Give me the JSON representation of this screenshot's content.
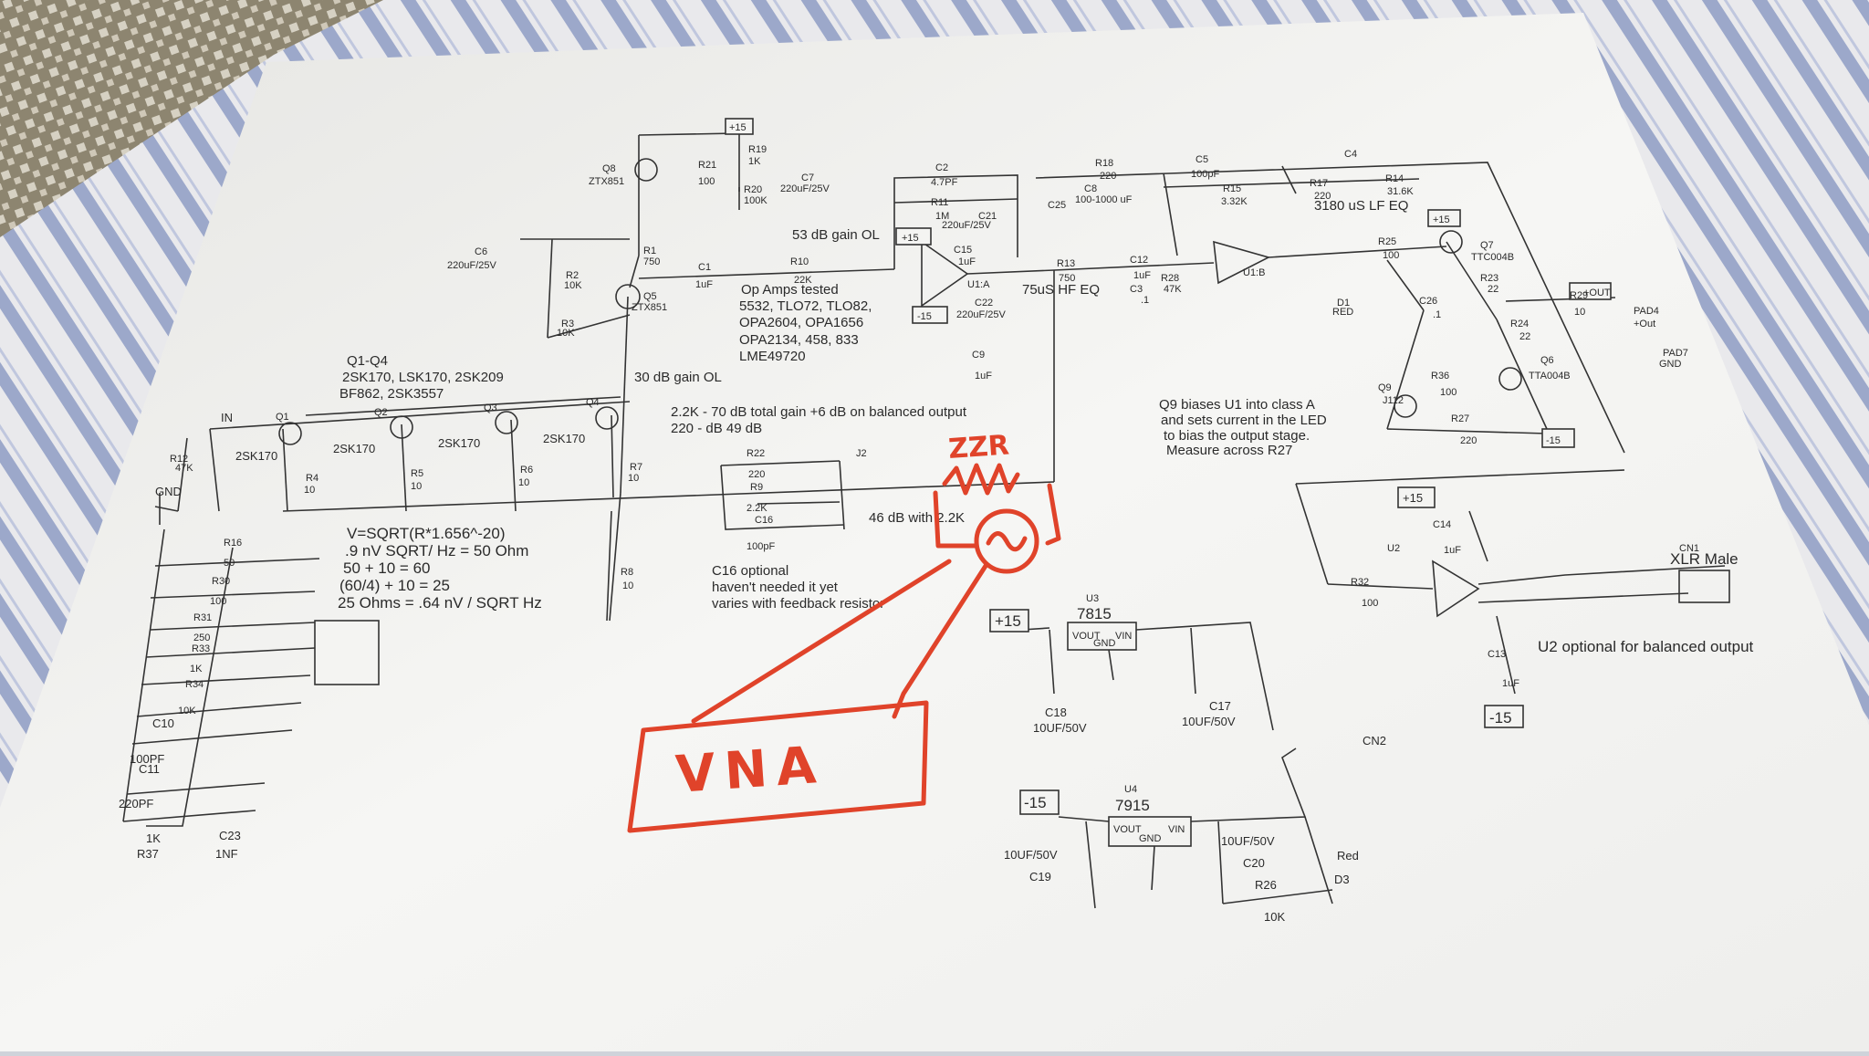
{
  "texts": {
    "p15_top": "+15",
    "q8": "Q8",
    "ztx851_a": "ZTX851",
    "r21": "R21",
    "r21v": "100",
    "r19": "R19",
    "r19v": "1K",
    "r20": "R20",
    "r20v": "100K",
    "c7": "C7",
    "c7v": "220uF/25V",
    "c6": "C6",
    "c6v": "220uF/25V",
    "r1": "R1",
    "r1v": "750",
    "r2": "R2",
    "r2v": "10K",
    "r3": "R3",
    "r3v": "10K",
    "q5": "Q5",
    "ztx851_b": "ZTX851",
    "c1": "C1",
    "c1v": "1uF",
    "r10": "R10",
    "r10v": "22K",
    "gain53": "53 dB gain OL",
    "c2": "C2",
    "c2v": "4.7PF",
    "r11": "R11",
    "r11v": "1M",
    "c21": "C21",
    "c21v": "220uF/25V",
    "p15_u1": "+15",
    "c15": "C15",
    "c15v": "1uF",
    "u1a": "U1:A",
    "m15_u1": "-15",
    "c22": "C22",
    "c22v": "220uF/25V",
    "c9": "C9",
    "c9v": "1uF",
    "opamps_title": "Op Amps tested",
    "opamps_1": "5532, TLO72, TLO82,",
    "opamps_2": "OPA2604, OPA1656",
    "opamps_3": "OPA2134, 458, 833",
    "opamps_4": "LME49720",
    "r18": "R18",
    "r18v": "220",
    "c8": "C8",
    "c8v": "100-1000 uF",
    "c25": "C25",
    "c5": "C5",
    "c5v": "100pF",
    "r15": "R15",
    "r15v": "3.32K",
    "r17": "R17",
    "r17v": "220",
    "c4": "C4",
    "r14": "R14",
    "r14v": "31.6K",
    "lf_eq": "3180 uS LF EQ",
    "r13": "R13",
    "r13v": "750",
    "hf_eq": "75uS HF EQ",
    "c12": "C12",
    "c12v": "1uF",
    "c3": "C3",
    "c3v": ".1",
    "r28": "R28",
    "r28v": "47K",
    "u1b": "U1:B",
    "p15_q7": "+15",
    "r25": "R25",
    "r25v": "100",
    "q7": "Q7",
    "q7v": "TTC004B",
    "r23": "R23",
    "r23v": "22",
    "d1": "D1",
    "d1v": "RED",
    "c26": "C26",
    "c26v": ".1",
    "r29": "R29",
    "r29v": "10",
    "out_box": "+OUT",
    "pad4": "PAD4",
    "pad4v": "+Out",
    "r24": "R24",
    "r24v": "22",
    "pad7": "PAD7",
    "pad7v": "GND",
    "q6": "Q6",
    "q6v": "TTA004B",
    "r36": "R36",
    "r36v": "100",
    "q9": "Q9",
    "q9v": "J112",
    "r27": "R27",
    "r27v": "220",
    "m15_q6": "-15",
    "q9note_1": "Q9 biases U1 into class A",
    "q9note_2": "and sets current in the LED",
    "q9note_3": "to bias the output stage.",
    "q9note_4": "Measure across R27",
    "q1q4_title": "Q1-Q4",
    "q1q4_1": "2SK170, LSK170, 2SK209",
    "q1q4_2": "BF862, 2SK3557",
    "gain30": "30 dB gain OL",
    "in": "IN",
    "q1": "Q1",
    "q2": "Q2",
    "q3": "Q3",
    "q4": "Q4",
    "sk1": "2SK170",
    "sk2": "2SK170",
    "sk3": "2SK170",
    "sk4": "2SK170",
    "r12": "R12",
    "r12v": "47K",
    "gnd": "GND",
    "r4": "R4",
    "r4v": "10",
    "r5": "R5",
    "r5v": "10",
    "r6": "R6",
    "r6v": "10",
    "r7": "R7",
    "r7v": "10",
    "total_gain": "2.2K - 70 dB total gain +6 dB on balanced output",
    "gain220": "220 - dB  49 dB",
    "r22": "R22",
    "r22v": "220",
    "j2": "J2",
    "r9": "R9",
    "r9v": "2.2K",
    "c16": "C16",
    "c16v": "100pF",
    "gain46": "46 dB with 2.2K",
    "r16": "R16",
    "r16v": "50",
    "r30": "R30",
    "r30v": "100",
    "r31": "R31",
    "r31v": "250",
    "r33": "R33",
    "r33v": "1K",
    "r34": "R34",
    "r34v": "10K",
    "c10": "C10",
    "c10v": "100PF",
    "c11": "C11",
    "c11v": "220PF",
    "r37": "R37",
    "r37v": "1K",
    "c23": "C23",
    "c23v": "1NF",
    "formula_1": "V=SQRT(R*1.656^-20)",
    "formula_2": ".9 nV SQRT/ Hz = 50 Ohm",
    "formula_3": "50 + 10 = 60",
    "formula_4": "(60/4) + 10 = 25",
    "formula_5": "25 Ohms = .64 nV / SQRT Hz",
    "r8": "R8",
    "r8v": "10",
    "c16note_1": "C16 optional",
    "c16note_2": "haven't needed it yet",
    "c16note_3": "varies with feedback resistor",
    "u3": "U3",
    "u3v": "7815",
    "p15_u3": "+15",
    "vout_a": "VOUT",
    "gnd_a": "GND",
    "vin_a": "VIN",
    "c18": "C18",
    "c18v": "10UF/50V",
    "c17": "C17",
    "c17v": "10UF/50V",
    "cn2": "CN2",
    "m15_u4": "-15",
    "u4": "U4",
    "u4v": "7915",
    "vout_b": "VOUT",
    "gnd_b": "GND",
    "vin_b": "VIN",
    "c19v": "10UF/50V",
    "c19": "C19",
    "c20v": "10UF/50V",
    "c20": "C20",
    "d3v": "Red",
    "d3": "D3",
    "r26": "R26",
    "r26v": "10K",
    "p15_u2": "+15",
    "c14": "C14",
    "c14v": "1uF",
    "u2": "U2",
    "r32": "R32",
    "r32v": "100",
    "cn1": "CN1",
    "cn1v": "XLR Male",
    "u2note": "U2 optional for balanced output",
    "c13": "C13",
    "c13v": "1uF",
    "m15_u2": "-15",
    "hand_zzr": "ZZR",
    "hand_vna": "VNA"
  },
  "colors": {
    "paper": "#f4f4f2",
    "ink": "#333333",
    "marker": "#e0432a",
    "tablecloth_base": "#e9e9ec",
    "tablecloth_stripe": "#8e9cc4"
  }
}
